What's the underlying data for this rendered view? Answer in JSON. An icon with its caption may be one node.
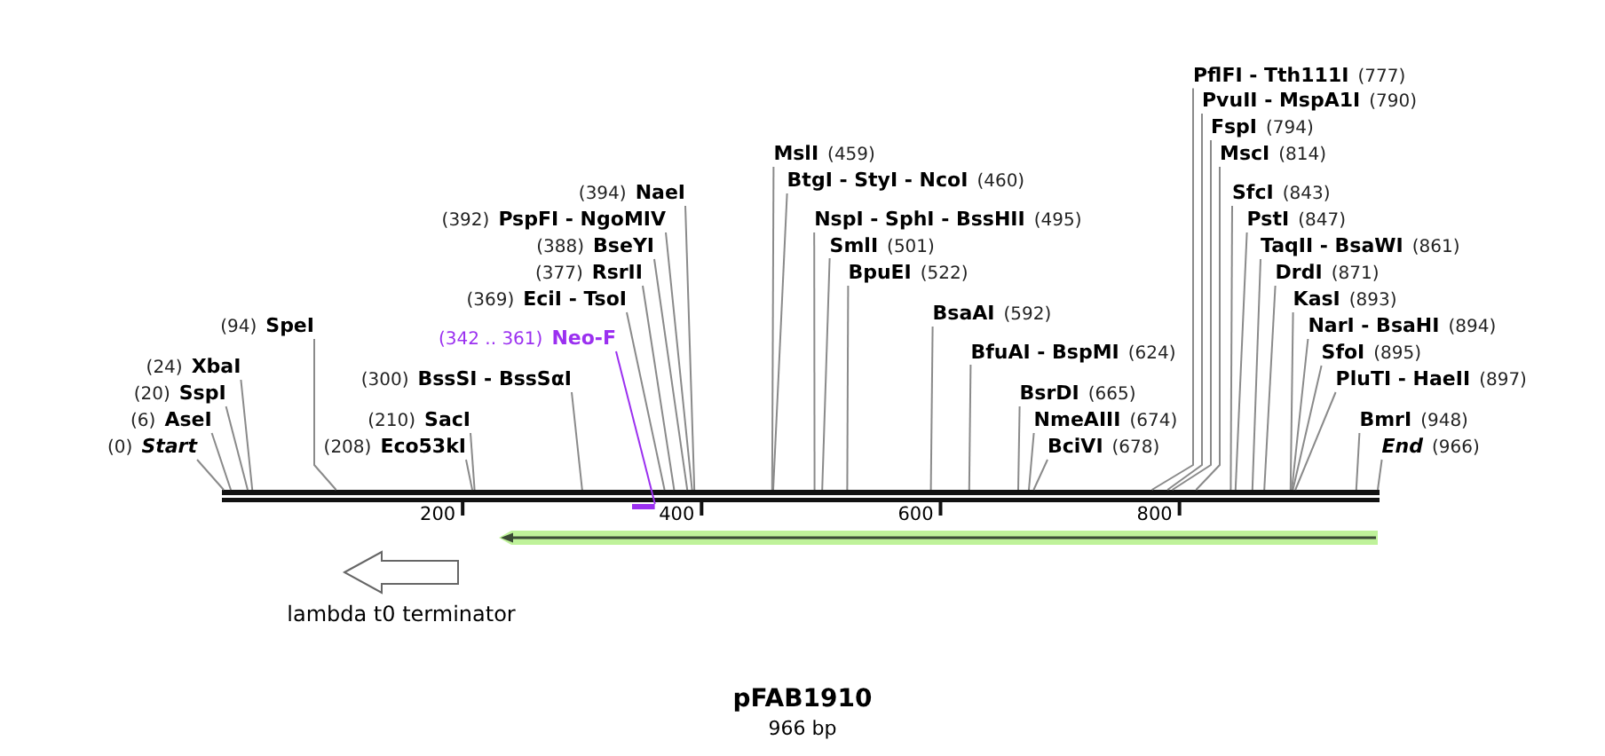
{
  "diagram": {
    "title": "pFAB1910",
    "caption": "966 bp",
    "nodes": [
      {
        "text": [
          "(0)",
          "Start"
        ]
      },
      {
        "text": [
          "(6)",
          "AseI"
        ]
      },
      {
        "text": [
          "(20)",
          "SspI"
        ]
      },
      {
        "text": [
          "(24)",
          "XbaI"
        ]
      },
      {
        "text": [
          "(94)",
          "SpeI"
        ]
      },
      {
        "text": [
          "(208)",
          "Eco53kI"
        ]
      },
      {
        "text": [
          "(210)",
          "SacI"
        ]
      },
      {
        "text": [
          "(300)",
          "BssSI - BssSαI"
        ]
      },
      {
        "text": [
          "(342 .. 361)",
          "Neo-F"
        ]
      },
      {
        "text": [
          "(369)",
          "EciI - TsoI"
        ]
      },
      {
        "text": [
          "(377)",
          "RsrII"
        ]
      },
      {
        "text": [
          "(388)",
          "BseYI"
        ]
      },
      {
        "text": [
          "(392)",
          "PspFI - NgoMIV"
        ]
      },
      {
        "text": [
          "(394)",
          "NaeI"
        ]
      },
      {
        "text": [
          "MslI",
          "(459)"
        ]
      },
      {
        "text": [
          "BtgI - StyI - NcoI",
          "(460)"
        ]
      },
      {
        "text": [
          "NspI - SphI - BssHII",
          "(495)"
        ]
      },
      {
        "text": [
          "SmlI",
          "(501)"
        ]
      },
      {
        "text": [
          "BpuEI",
          "(522)"
        ]
      },
      {
        "text": [
          "BsaAI",
          "(592)"
        ]
      },
      {
        "text": [
          "BfuAI - BspMI",
          "(624)"
        ]
      },
      {
        "text": [
          "BsrDI",
          "(665)"
        ]
      },
      {
        "text": [
          "NmeAIII",
          "(674)"
        ]
      },
      {
        "text": [
          "BciVI",
          "(678)"
        ]
      },
      {
        "text": [
          "PflFI - Tth111I",
          "(777)"
        ]
      },
      {
        "text": [
          "PvuII - MspA1I",
          "(790)"
        ]
      },
      {
        "text": [
          "FspI",
          "(794)"
        ]
      },
      {
        "text": [
          "MscI",
          "(814)"
        ]
      },
      {
        "text": [
          "SfcI",
          "(843)"
        ]
      },
      {
        "text": [
          "PstI",
          "(847)"
        ]
      },
      {
        "text": [
          "TaqII - BsaWI",
          "(861)"
        ]
      },
      {
        "text": [
          "DrdI",
          "(871)"
        ]
      },
      {
        "text": [
          "KasI",
          "(893)"
        ]
      },
      {
        "text": [
          "NarI - BsaHI",
          "(894)"
        ]
      },
      {
        "text": [
          "SfoI",
          "(895)"
        ]
      },
      {
        "text": [
          "PluTI - HaeII",
          "(897)"
        ]
      },
      {
        "text": [
          "BmrI",
          "(948)"
        ]
      },
      {
        "text": [
          "End",
          "(966)"
        ]
      },
      {
        "text": [],
        "shape": "bar"
      },
      {
        "text": [],
        "shape": "bar"
      },
      {
        "text": [],
        "shape": "band"
      },
      {
        "text": [
          "lambda t0 terminator"
        ]
      }
    ],
    "edges": [
      {
        "from": 0,
        "to": 38,
        "arrow": "none"
      },
      {
        "from": 1,
        "to": 38,
        "arrow": "none"
      },
      {
        "from": 2,
        "to": 38,
        "arrow": "none"
      },
      {
        "from": 3,
        "to": 38,
        "arrow": "none"
      },
      {
        "from": 4,
        "to": 38,
        "arrow": "none"
      },
      {
        "from": 5,
        "to": 38,
        "arrow": "none"
      },
      {
        "from": 6,
        "to": 38,
        "arrow": "none"
      },
      {
        "from": 7,
        "to": 38,
        "arrow": "none"
      },
      {
        "from": 8,
        "to": 39,
        "arrow": "none",
        "color": "#9b30f0"
      },
      {
        "from": 9,
        "to": 38,
        "arrow": "none"
      },
      {
        "from": 10,
        "to": 38,
        "arrow": "none"
      },
      {
        "from": 11,
        "to": 38,
        "arrow": "none"
      },
      {
        "from": 12,
        "to": 38,
        "arrow": "none"
      },
      {
        "from": 13,
        "to": 38,
        "arrow": "none"
      },
      {
        "from": 14,
        "to": 38,
        "arrow": "none"
      },
      {
        "from": 15,
        "to": 38,
        "arrow": "none"
      },
      {
        "from": 16,
        "to": 38,
        "arrow": "none"
      },
      {
        "from": 17,
        "to": 38,
        "arrow": "none"
      },
      {
        "from": 18,
        "to": 38,
        "arrow": "none"
      },
      {
        "from": 19,
        "to": 38,
        "arrow": "none"
      },
      {
        "from": 20,
        "to": 38,
        "arrow": "none"
      },
      {
        "from": 21,
        "to": 38,
        "arrow": "none"
      },
      {
        "from": 22,
        "to": 38,
        "arrow": "none"
      },
      {
        "from": 23,
        "to": 38,
        "arrow": "none"
      },
      {
        "from": 24,
        "to": 38,
        "arrow": "none"
      },
      {
        "from": 25,
        "to": 38,
        "arrow": "none"
      },
      {
        "from": 26,
        "to": 38,
        "arrow": "none"
      },
      {
        "from": 27,
        "to": 38,
        "arrow": "none"
      },
      {
        "from": 28,
        "to": 38,
        "arrow": "none"
      },
      {
        "from": 29,
        "to": 38,
        "arrow": "none"
      },
      {
        "from": 30,
        "to": 38,
        "arrow": "none"
      },
      {
        "from": 31,
        "to": 38,
        "arrow": "none"
      },
      {
        "from": 32,
        "to": 38,
        "arrow": "none"
      },
      {
        "from": 33,
        "to": 38,
        "arrow": "none"
      },
      {
        "from": 34,
        "to": 38,
        "arrow": "none"
      },
      {
        "from": 35,
        "to": 38,
        "arrow": "none"
      },
      {
        "from": 36,
        "to": 38,
        "arrow": "none"
      },
      {
        "from": 37,
        "to": 38,
        "arrow": "none"
      }
    ],
    "labels": [
      "200",
      "400",
      "600",
      "800"
    ]
  }
}
